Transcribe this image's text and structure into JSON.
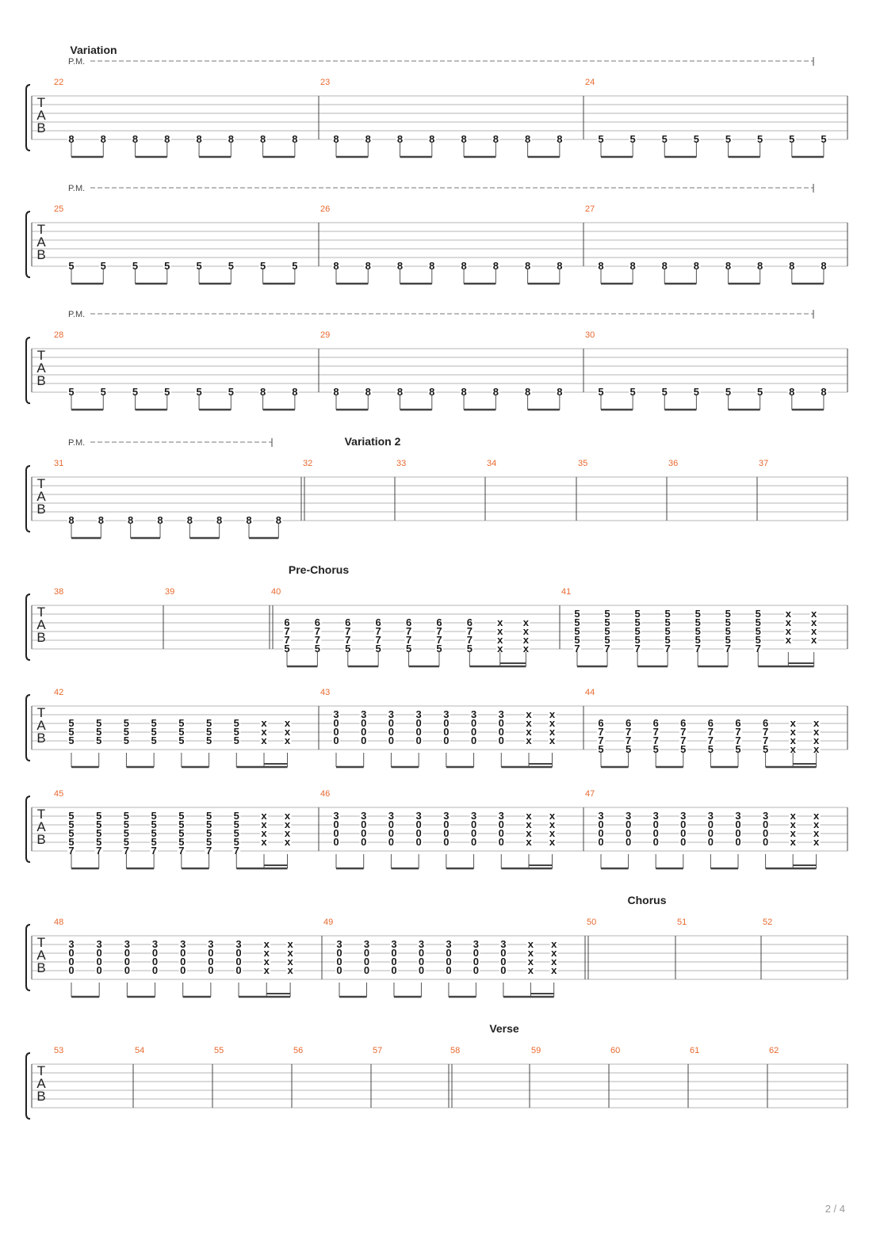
{
  "page": {
    "number": "2 / 4"
  },
  "labels": {
    "tab": [
      "T",
      "A",
      "B"
    ],
    "palm_mute": "P.M."
  },
  "colors": {
    "measure_number": "#e8692f",
    "staff_line": "#b5b5b5",
    "text": "#222222"
  },
  "systems": [
    {
      "section": "Variation",
      "palm_mute": true,
      "measures": [
        {
          "number": "22",
          "strings": [
            5
          ],
          "frets": [
            "8",
            "8",
            "8",
            "8",
            "8",
            "8",
            "8",
            "8"
          ]
        },
        {
          "number": "23",
          "strings": [
            5
          ],
          "frets": [
            "8",
            "8",
            "8",
            "8",
            "8",
            "8",
            "8",
            "8"
          ]
        },
        {
          "number": "24",
          "strings": [
            5
          ],
          "frets": [
            "5",
            "5",
            "5",
            "5",
            "5",
            "5",
            "5",
            "5"
          ]
        }
      ]
    },
    {
      "section": "",
      "palm_mute": true,
      "measures": [
        {
          "number": "25",
          "strings": [
            5
          ],
          "frets": [
            "5",
            "5",
            "5",
            "5",
            "5",
            "5",
            "5",
            "5"
          ]
        },
        {
          "number": "26",
          "strings": [
            5
          ],
          "frets": [
            "8",
            "8",
            "8",
            "8",
            "8",
            "8",
            "8",
            "8"
          ]
        },
        {
          "number": "27",
          "strings": [
            5
          ],
          "frets": [
            "8",
            "8",
            "8",
            "8",
            "8",
            "8",
            "8",
            "8"
          ]
        }
      ]
    },
    {
      "section": "",
      "palm_mute": true,
      "measures": [
        {
          "number": "28",
          "strings": [
            5
          ],
          "frets": [
            "5",
            "5",
            "5",
            "5",
            "5",
            "5",
            "8",
            "8"
          ]
        },
        {
          "number": "29",
          "strings": [
            5
          ],
          "frets": [
            "8",
            "8",
            "8",
            "8",
            "8",
            "8",
            "8",
            "8"
          ]
        },
        {
          "number": "30",
          "strings": [
            5
          ],
          "frets": [
            "5",
            "5",
            "5",
            "5",
            "5",
            "5",
            "8",
            "8"
          ]
        }
      ]
    },
    {
      "section": "Variation 2",
      "palm_mute": true,
      "measures": [
        {
          "number": "31",
          "strings": [
            5
          ],
          "frets": [
            "8",
            "8",
            "8",
            "8",
            "8",
            "8",
            "8",
            "8"
          ]
        },
        {
          "number": "32",
          "strings": [],
          "frets": []
        },
        {
          "number": "33",
          "strings": [],
          "frets": []
        },
        {
          "number": "34",
          "strings": [],
          "frets": []
        },
        {
          "number": "35",
          "strings": [],
          "frets": []
        },
        {
          "number": "36",
          "strings": [],
          "frets": []
        },
        {
          "number": "37",
          "strings": [],
          "frets": []
        }
      ]
    },
    {
      "section": "Pre-Chorus",
      "palm_mute": false,
      "measures": [
        {
          "number": "38",
          "strings": [],
          "frets": []
        },
        {
          "number": "39",
          "strings": [],
          "frets": []
        },
        {
          "number": "40",
          "strings": [
            2,
            3,
            4,
            5
          ],
          "frets": [
            [
              "6",
              "7",
              "7",
              "5"
            ],
            [
              "6",
              "7",
              "7",
              "5"
            ],
            [
              "6",
              "7",
              "7",
              "5"
            ],
            [
              "6",
              "7",
              "7",
              "5"
            ],
            [
              "6",
              "7",
              "7",
              "5"
            ],
            [
              "6",
              "7",
              "7",
              "5"
            ],
            [
              "6",
              "7",
              "7",
              "5"
            ],
            [
              "x",
              "x",
              "x",
              "x"
            ],
            [
              "x",
              "x",
              "x",
              "x"
            ]
          ]
        },
        {
          "number": "41",
          "strings": [
            1,
            2,
            3,
            4,
            5
          ],
          "frets": [
            [
              "5",
              "5",
              "5",
              "5",
              "7"
            ],
            [
              "5",
              "5",
              "5",
              "5",
              "7"
            ],
            [
              "5",
              "5",
              "5",
              "5",
              "7"
            ],
            [
              "5",
              "5",
              "5",
              "5",
              "7"
            ],
            [
              "5",
              "5",
              "5",
              "5",
              "7"
            ],
            [
              "5",
              "5",
              "5",
              "5",
              "7"
            ],
            [
              "5",
              "5",
              "5",
              "5",
              "7"
            ],
            [
              "x",
              "x",
              "x",
              "x"
            ],
            [
              "x",
              "x",
              "x",
              "x"
            ]
          ]
        }
      ]
    },
    {
      "section": "",
      "palm_mute": false,
      "measures": [
        {
          "number": "42",
          "strings": [
            2,
            3,
            4
          ],
          "frets": [
            [
              "5",
              "5",
              "5"
            ],
            [
              "5",
              "5",
              "5"
            ],
            [
              "5",
              "5",
              "5"
            ],
            [
              "5",
              "5",
              "5"
            ],
            [
              "5",
              "5",
              "5"
            ],
            [
              "5",
              "5",
              "5"
            ],
            [
              "5",
              "5",
              "5"
            ],
            [
              "x",
              "x",
              "x"
            ],
            [
              "x",
              "x",
              "x"
            ]
          ]
        },
        {
          "number": "43",
          "strings": [
            1,
            2,
            3,
            4
          ],
          "frets": [
            [
              "3",
              "0",
              "0",
              "0"
            ],
            [
              "3",
              "0",
              "0",
              "0"
            ],
            [
              "3",
              "0",
              "0",
              "0"
            ],
            [
              "3",
              "0",
              "0",
              "0"
            ],
            [
              "3",
              "0",
              "0",
              "0"
            ],
            [
              "3",
              "0",
              "0",
              "0"
            ],
            [
              "3",
              "0",
              "0",
              "0"
            ],
            [
              "x",
              "x",
              "x",
              "x"
            ],
            [
              "x",
              "x",
              "x",
              "x"
            ]
          ]
        },
        {
          "number": "44",
          "strings": [
            2,
            3,
            4,
            5
          ],
          "frets": [
            [
              "6",
              "7",
              "7",
              "5"
            ],
            [
              "6",
              "7",
              "7",
              "5"
            ],
            [
              "6",
              "7",
              "7",
              "5"
            ],
            [
              "6",
              "7",
              "7",
              "5"
            ],
            [
              "6",
              "7",
              "7",
              "5"
            ],
            [
              "6",
              "7",
              "7",
              "5"
            ],
            [
              "6",
              "7",
              "7",
              "5"
            ],
            [
              "x",
              "x",
              "x",
              "x"
            ],
            [
              "x",
              "x",
              "x",
              "x"
            ]
          ]
        }
      ]
    },
    {
      "section": "",
      "palm_mute": false,
      "measures": [
        {
          "number": "45",
          "strings": [
            1,
            2,
            3,
            4,
            5
          ],
          "frets": [
            [
              "5",
              "5",
              "5",
              "5",
              "7"
            ],
            [
              "5",
              "5",
              "5",
              "5",
              "7"
            ],
            [
              "5",
              "5",
              "5",
              "5",
              "7"
            ],
            [
              "5",
              "5",
              "5",
              "5",
              "7"
            ],
            [
              "5",
              "5",
              "5",
              "5",
              "7"
            ],
            [
              "5",
              "5",
              "5",
              "5",
              "7"
            ],
            [
              "5",
              "5",
              "5",
              "5",
              "7"
            ],
            [
              "x",
              "x",
              "x",
              "x"
            ],
            [
              "x",
              "x",
              "x",
              "x"
            ]
          ]
        },
        {
          "number": "46",
          "strings": [
            1,
            2,
            3,
            4
          ],
          "frets": [
            [
              "3",
              "0",
              "0",
              "0"
            ],
            [
              "3",
              "0",
              "0",
              "0"
            ],
            [
              "3",
              "0",
              "0",
              "0"
            ],
            [
              "3",
              "0",
              "0",
              "0"
            ],
            [
              "3",
              "0",
              "0",
              "0"
            ],
            [
              "3",
              "0",
              "0",
              "0"
            ],
            [
              "3",
              "0",
              "0",
              "0"
            ],
            [
              "x",
              "x",
              "x",
              "x"
            ],
            [
              "x",
              "x",
              "x",
              "x"
            ]
          ]
        },
        {
          "number": "47",
          "strings": [
            1,
            2,
            3,
            4
          ],
          "frets": [
            [
              "3",
              "0",
              "0",
              "0"
            ],
            [
              "3",
              "0",
              "0",
              "0"
            ],
            [
              "3",
              "0",
              "0",
              "0"
            ],
            [
              "3",
              "0",
              "0",
              "0"
            ],
            [
              "3",
              "0",
              "0",
              "0"
            ],
            [
              "3",
              "0",
              "0",
              "0"
            ],
            [
              "3",
              "0",
              "0",
              "0"
            ],
            [
              "x",
              "x",
              "x",
              "x"
            ],
            [
              "x",
              "x",
              "x",
              "x"
            ]
          ]
        }
      ]
    },
    {
      "section": "Chorus",
      "palm_mute": false,
      "measures": [
        {
          "number": "48",
          "strings": [
            1,
            2,
            3,
            4
          ],
          "frets": [
            [
              "3",
              "0",
              "0",
              "0"
            ],
            [
              "3",
              "0",
              "0",
              "0"
            ],
            [
              "3",
              "0",
              "0",
              "0"
            ],
            [
              "3",
              "0",
              "0",
              "0"
            ],
            [
              "3",
              "0",
              "0",
              "0"
            ],
            [
              "3",
              "0",
              "0",
              "0"
            ],
            [
              "3",
              "0",
              "0",
              "0"
            ],
            [
              "x",
              "x",
              "x",
              "x"
            ],
            [
              "x",
              "x",
              "x",
              "x"
            ]
          ]
        },
        {
          "number": "49",
          "strings": [
            1,
            2,
            3,
            4
          ],
          "frets": [
            [
              "3",
              "0",
              "0",
              "0"
            ],
            [
              "3",
              "0",
              "0",
              "0"
            ],
            [
              "3",
              "0",
              "0",
              "0"
            ],
            [
              "3",
              "0",
              "0",
              "0"
            ],
            [
              "3",
              "0",
              "0",
              "0"
            ],
            [
              "3",
              "0",
              "0",
              "0"
            ],
            [
              "3",
              "0",
              "0",
              "0"
            ],
            [
              "x",
              "x",
              "x",
              "x"
            ],
            [
              "x",
              "x",
              "x",
              "x"
            ]
          ]
        },
        {
          "number": "50",
          "strings": [],
          "frets": []
        },
        {
          "number": "51",
          "strings": [],
          "frets": []
        },
        {
          "number": "52",
          "strings": [],
          "frets": []
        }
      ]
    },
    {
      "section": "Verse",
      "palm_mute": false,
      "measures": [
        {
          "number": "53",
          "strings": [],
          "frets": []
        },
        {
          "number": "54",
          "strings": [],
          "frets": []
        },
        {
          "number": "55",
          "strings": [],
          "frets": []
        },
        {
          "number": "56",
          "strings": [],
          "frets": []
        },
        {
          "number": "57",
          "strings": [],
          "frets": []
        },
        {
          "number": "58",
          "strings": [],
          "frets": []
        },
        {
          "number": "59",
          "strings": [],
          "frets": []
        },
        {
          "number": "60",
          "strings": [],
          "frets": []
        },
        {
          "number": "61",
          "strings": [],
          "frets": []
        },
        {
          "number": "62",
          "strings": [],
          "frets": []
        }
      ]
    }
  ]
}
